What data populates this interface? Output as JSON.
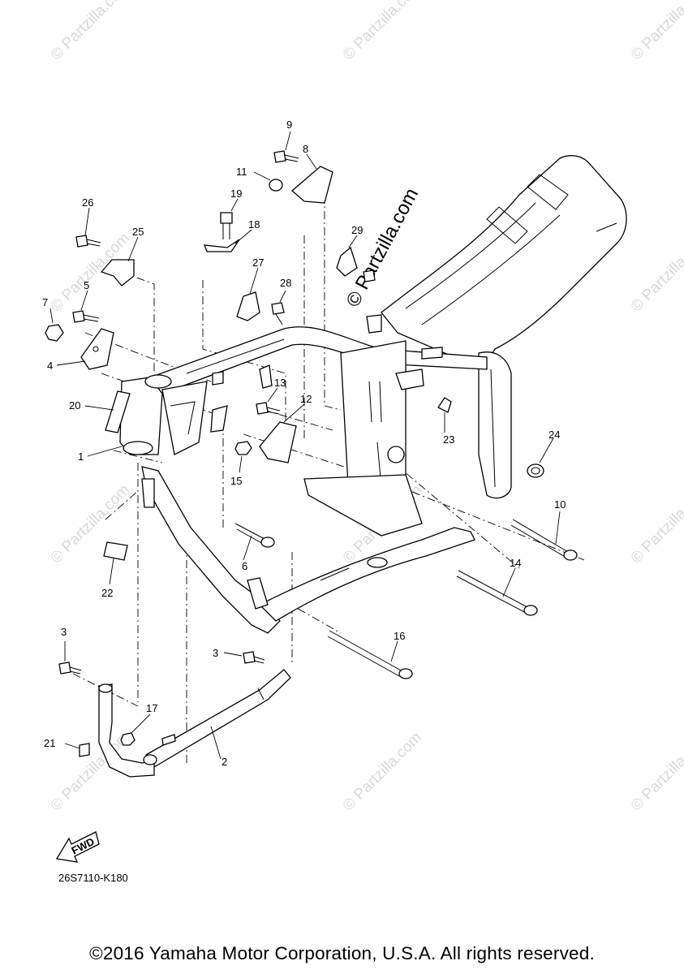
{
  "watermark_small": "© Partzilla.com",
  "watermark_large": "© Partzilla.com",
  "fwd_label": "FWD",
  "diagram_code": "26S7110-K180",
  "copyright": "©2016 Yamaha Motor Corporation, U.S.A. All rights reserved.",
  "callouts": {
    "c1": "1",
    "c2": "2",
    "c3a": "3",
    "c3b": "3",
    "c4": "4",
    "c5": "5",
    "c6": "6",
    "c7": "7",
    "c8": "8",
    "c9": "9",
    "c10": "10",
    "c11": "11",
    "c12": "12",
    "c13": "13",
    "c14": "14",
    "c15": "15",
    "c16": "16",
    "c17": "17",
    "c18": "18",
    "c19": "19",
    "c20": "20",
    "c21": "21",
    "c22": "22",
    "c23": "23",
    "c24": "24",
    "c25": "25",
    "c26": "26",
    "c27": "27",
    "c28": "28",
    "c29": "29"
  }
}
